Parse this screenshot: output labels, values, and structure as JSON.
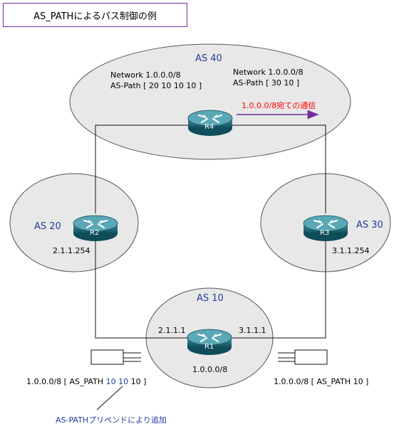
{
  "title": "AS_PATHによるパス制御の例",
  "as_labels": {
    "as40": "AS 40",
    "as20": "AS 20",
    "as30": "AS 30",
    "as10": "AS 10"
  },
  "routers": {
    "r4": "R4",
    "r2": "R2",
    "r3": "R3",
    "r1": "R1"
  },
  "as40_info": {
    "left_network": "Network 1.0.0.0/8",
    "left_path": "AS-Path [ 20 10 10 10 ]",
    "right_network": "Network 1.0.0.0/8",
    "right_path": "AS-Path [ 30 10 ]"
  },
  "traffic_label": "1.0.0.0/8宛ての通信",
  "addresses": {
    "r2": "2.1.1.254",
    "r3": "3.1.1.254",
    "r1_left": "2.1.1.1",
    "r1_right": "3.1.1.1",
    "r1_network": "1.0.0.0/8"
  },
  "advert_left": {
    "prefix": "1.0.0.0/8 [ AS_PATH ",
    "prepend": "10 10",
    "suffix": " 10 ]"
  },
  "advert_right": "1.0.0.0/8 [ AS_PATH 10 ]",
  "prepend_note": "AS-PATHプリペンドにより追加",
  "colors": {
    "router": "#1d6e7c",
    "arrow": "#7030a0",
    "traffic_text": "#ff0000",
    "as_text": "#1f3d99",
    "ellipse": "#e8e8e8"
  }
}
